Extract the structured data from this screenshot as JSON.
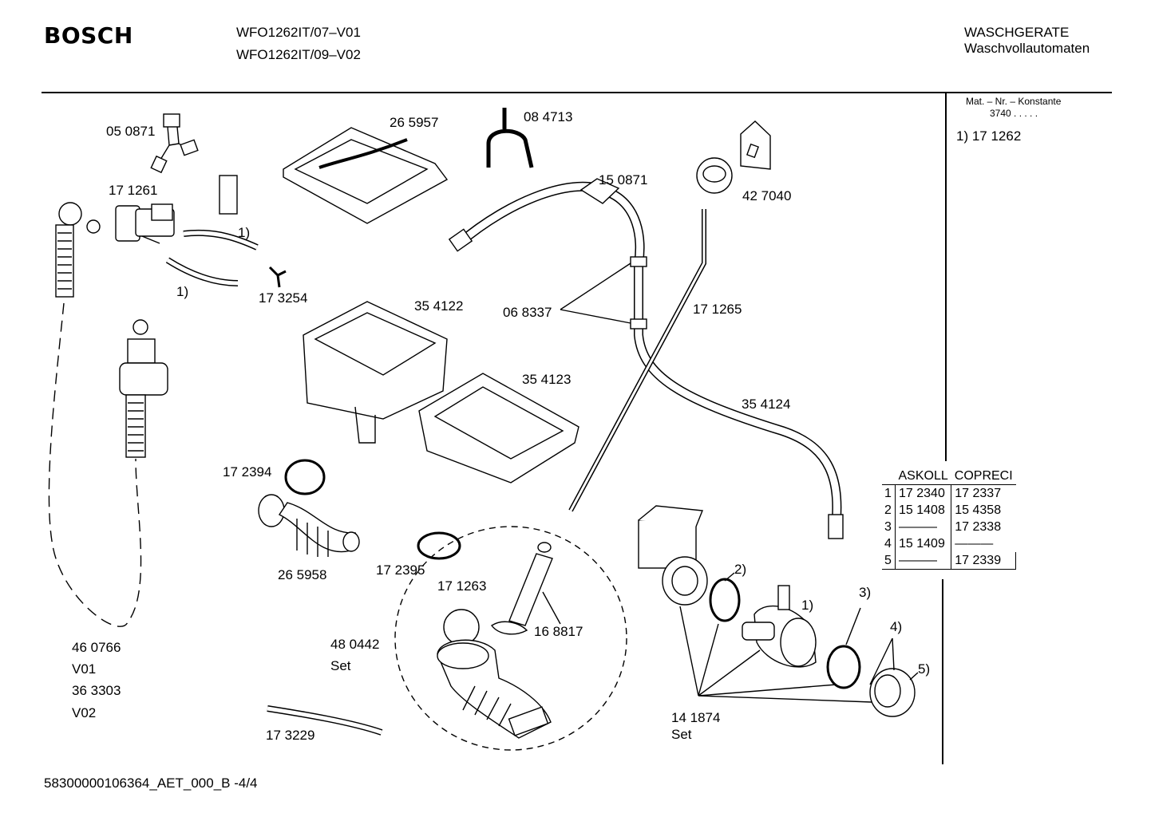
{
  "header": {
    "brand": "BOSCH",
    "models": [
      "WFO1262IT/07–V01",
      "WFO1262IT/09–V02"
    ],
    "category": "WASCHGERATE",
    "subcategory": "Waschvollautomaten"
  },
  "sidebar": {
    "konstante_label": "Mat. – Nr. – Konstante",
    "konstante_value": "3740 .  .  .  .  .",
    "note": "1)  17 1262"
  },
  "parts_table": {
    "headers": [
      "ASKOLL",
      "COPRECI"
    ],
    "rows": [
      {
        "idx": "1",
        "askoll": "17 2340",
        "copreci": "17 2337"
      },
      {
        "idx": "2",
        "askoll": "15 1408",
        "copreci": "15 4358"
      },
      {
        "idx": "3",
        "askoll": "———",
        "copreci": "17 2338"
      },
      {
        "idx": "4",
        "askoll": "15 1409",
        "copreci": "———"
      },
      {
        "idx": "5",
        "askoll": "———",
        "copreci": "17 2339"
      }
    ]
  },
  "labels": {
    "p050871": "05 0871",
    "p171261": "17 1261",
    "p265957": "26 5957",
    "p084713": "08 4713",
    "p150871": "15 0871",
    "p427040": "42 7040",
    "ref1a": "1)",
    "ref1b": "1)",
    "p173254": "17 3254",
    "p354122": "35 4122",
    "p068337": "06 8337",
    "p171265": "17 1265",
    "p354123": "35 4123",
    "p354124": "35 4124",
    "p172394": "17 2394",
    "p265958": "26 5958",
    "p172395": "17 2395",
    "p171263": "17 1263",
    "p168817": "16 8817",
    "p480442": "48 0442",
    "set1": "Set",
    "p460766": "46 0766",
    "v01": "V01",
    "p363303": "36 3303",
    "v02": "V02",
    "p173229": "17 3229",
    "p141874": "14 1874",
    "set2": "Set",
    "r2": "2)",
    "r1": "1)",
    "r3": "3)",
    "r4": "4)",
    "r5": "5)"
  },
  "footer": "58300000106364_AET_000_B -4/4"
}
